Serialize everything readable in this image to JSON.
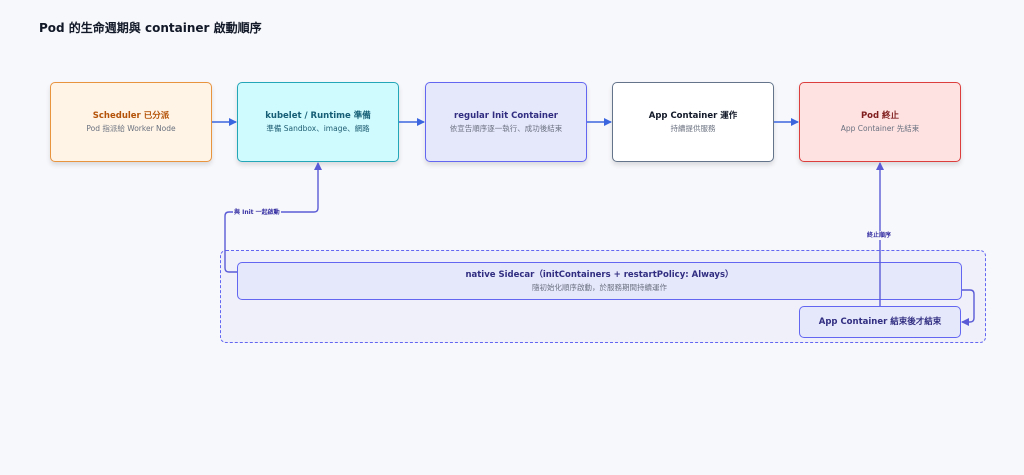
{
  "title": "Pod 的生命週期與 container 啟動順序",
  "nodes": {
    "scheduler": {
      "title": "Scheduler 已分派",
      "sub": "Pod 指派給 Worker Node"
    },
    "kubelet": {
      "title": "kubelet / Runtime 準備",
      "sub": "準備 Sandbox、image、網路"
    },
    "init": {
      "title": "regular Init Container",
      "sub": "依宣告順序逐一執行、成功後結束"
    },
    "app": {
      "title": "App Container 運作",
      "sub": "持續提供服務"
    },
    "pod_end": {
      "title": "Pod 終止",
      "sub": "App Container 先結束"
    },
    "sidecar": {
      "title": "native Sidecar（initContainers + restartPolicy: Always）",
      "sub": "隨初始化順序啟動，於服務期間持續運作"
    },
    "app_end": {
      "title": "App Container 結束後才結束"
    }
  },
  "edge_labels": {
    "with_init": "與 Init 一起啟動",
    "termination_order": "終止順序"
  },
  "colors": {
    "arrow": "#3b66e0",
    "sidecar_line": "#5b5bd6"
  }
}
